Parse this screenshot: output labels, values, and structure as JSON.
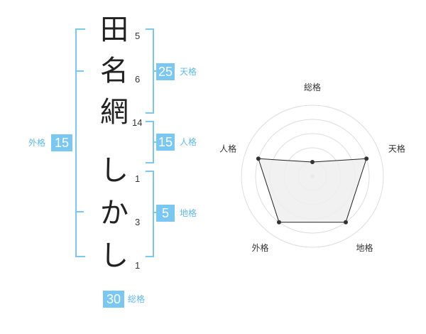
{
  "name": {
    "characters": [
      {
        "char": "田",
        "strokes": "5"
      },
      {
        "char": "名",
        "strokes": "6"
      },
      {
        "char": "網",
        "strokes": "14"
      },
      {
        "char": "し",
        "strokes": "1"
      },
      {
        "char": "か",
        "strokes": "3"
      },
      {
        "char": "し",
        "strokes": "1"
      }
    ]
  },
  "fortunes": {
    "tenkaku": {
      "value": "25",
      "label": "天格"
    },
    "jinkaku": {
      "value": "15",
      "label": "人格"
    },
    "chikaku": {
      "value": "5",
      "label": "地格"
    },
    "gaikaku": {
      "value": "15",
      "label": "外格"
    },
    "soukaku": {
      "value": "30",
      "label": "総格"
    }
  },
  "colors": {
    "accent": "#7ac8f2",
    "accent_text": "#5fb8ee",
    "radar_fill": "#eeeeee",
    "radar_line": "#222222"
  },
  "chart_data": {
    "type": "radar",
    "axes": [
      "総格",
      "天格",
      "地格",
      "外格",
      "人格"
    ],
    "values": [
      1,
      4,
      4,
      4,
      4
    ],
    "range": [
      0,
      5
    ],
    "levels": 5
  }
}
